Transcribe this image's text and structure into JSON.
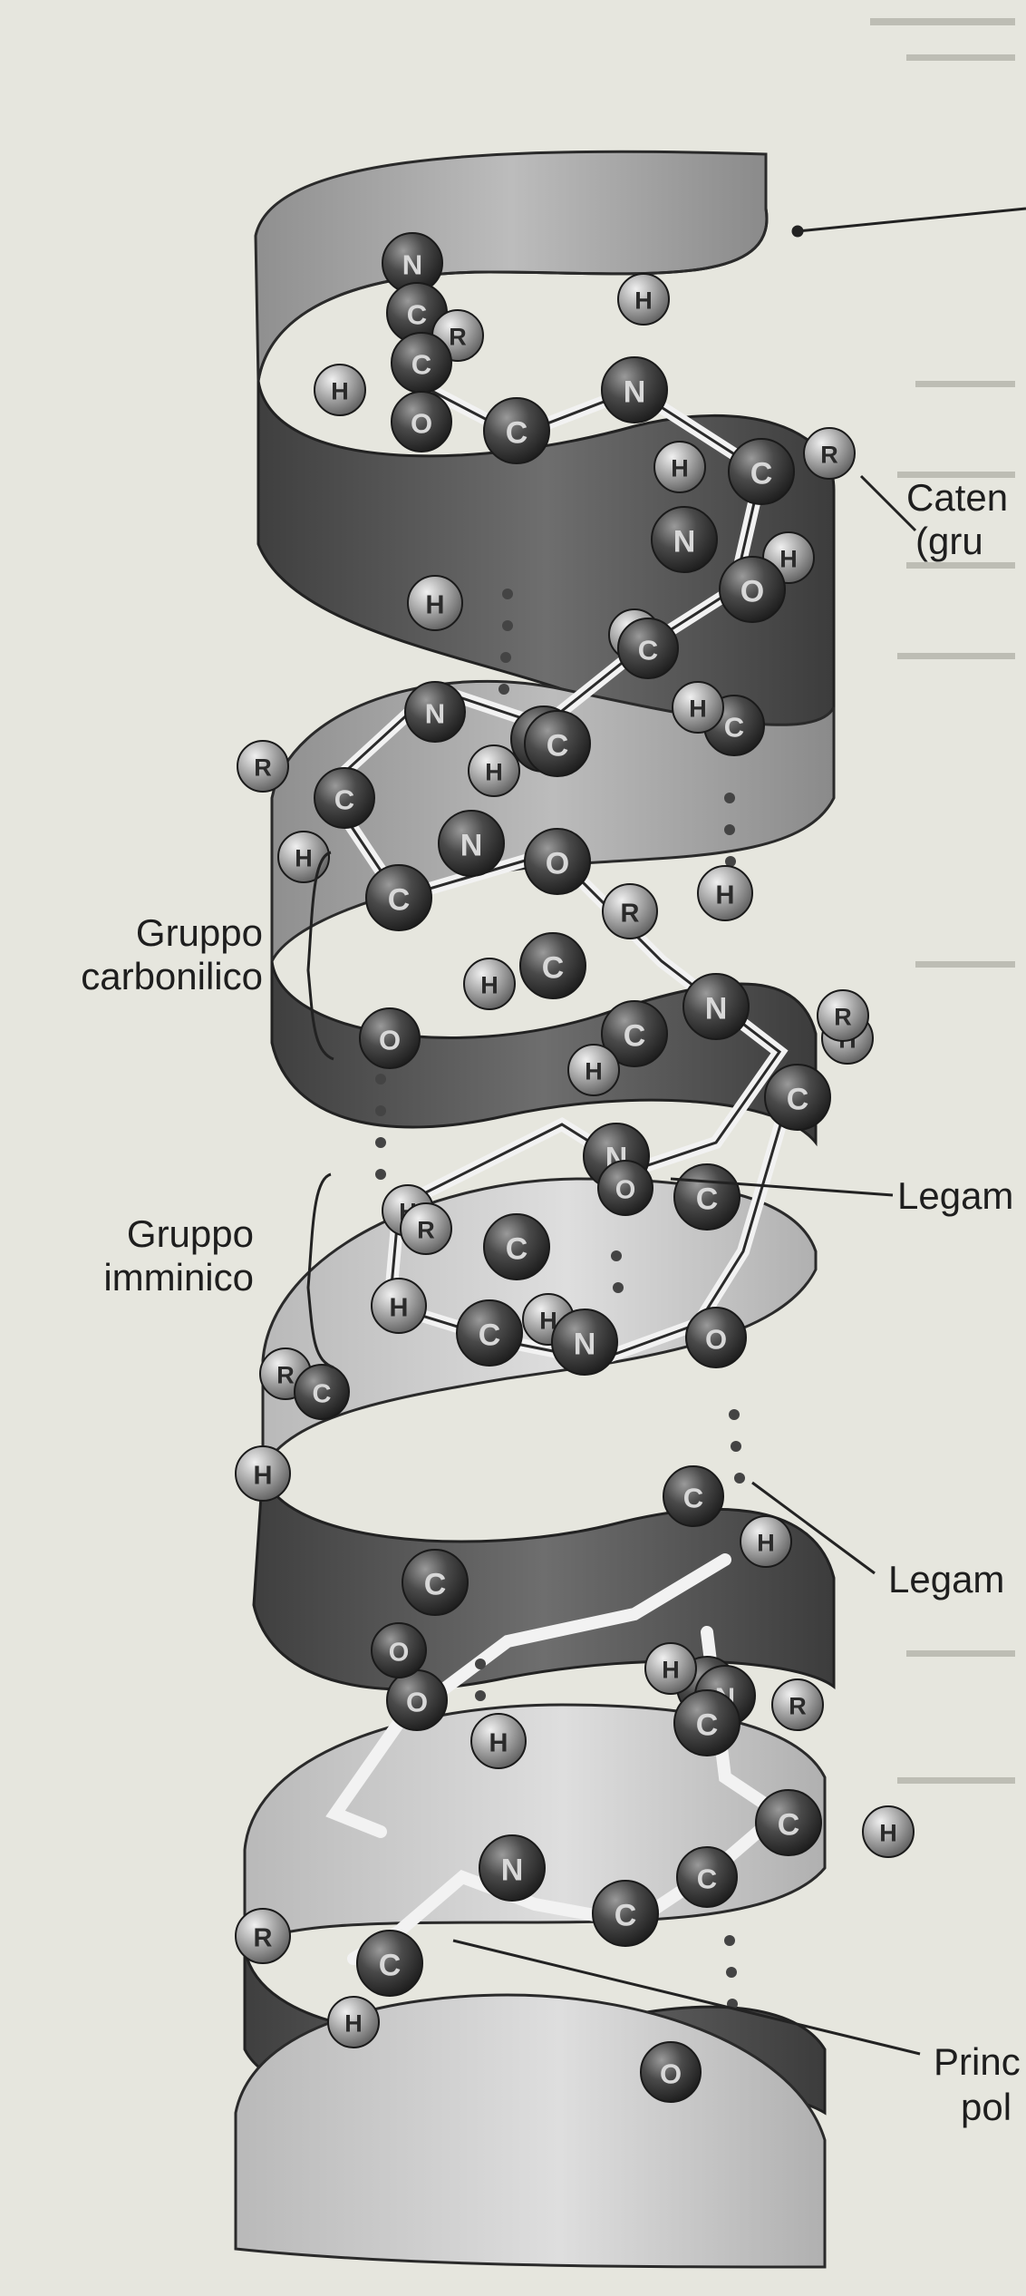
{
  "colors": {
    "paper": "#e6e6de",
    "ribbon_dark": "#4f4f4f",
    "ribbon_mid": "#8a8a8a",
    "ribbon_light": "#c9c9c9",
    "atom_dark": "#3a3a3a",
    "atom_light": "#a9a9a9",
    "ink": "#1e1e1e"
  },
  "labels": {
    "side_chain": [
      "Caten",
      "(gru"
    ],
    "carbonyl_group": [
      "Gruppo",
      "carbonilico"
    ],
    "imino_group": [
      "Gruppo",
      "imminico"
    ],
    "bond_1": "Legam",
    "bond_2": "Legam",
    "principal_chain": [
      "Princ",
      "pol"
    ]
  },
  "atoms": [
    {
      "s": "N",
      "t": "dark"
    },
    {
      "s": "C",
      "t": "dark"
    },
    {
      "s": "R",
      "t": "light"
    },
    {
      "s": "C",
      "t": "dark"
    },
    {
      "s": "H",
      "t": "light"
    },
    {
      "s": "O",
      "t": "dark"
    },
    {
      "s": "H",
      "t": "light"
    },
    {
      "s": "N",
      "t": "dark"
    },
    {
      "s": "C",
      "t": "dark"
    },
    {
      "s": "R",
      "t": "light"
    },
    {
      "s": "H",
      "t": "light"
    },
    {
      "s": "C",
      "t": "dark"
    },
    {
      "s": "N",
      "t": "dark"
    },
    {
      "s": "H",
      "t": "light"
    },
    {
      "s": "O",
      "t": "dark"
    },
    {
      "s": "H",
      "t": "light"
    },
    {
      "s": "R",
      "t": "light"
    },
    {
      "s": "C",
      "t": "dark"
    },
    {
      "s": "C",
      "t": "dark"
    },
    {
      "s": "O",
      "t": "dark"
    },
    {
      "s": "H",
      "t": "light"
    },
    {
      "s": "N",
      "t": "dark"
    },
    {
      "s": "C",
      "t": "dark"
    },
    {
      "s": "R",
      "t": "light"
    },
    {
      "s": "C",
      "t": "dark"
    },
    {
      "s": "H",
      "t": "light"
    },
    {
      "s": "H",
      "t": "light"
    },
    {
      "s": "N",
      "t": "dark"
    },
    {
      "s": "O",
      "t": "dark"
    },
    {
      "s": "H",
      "t": "light"
    },
    {
      "s": "C",
      "t": "dark"
    },
    {
      "s": "C",
      "t": "dark"
    },
    {
      "s": "R",
      "t": "light"
    },
    {
      "s": "H",
      "t": "light"
    },
    {
      "s": "O",
      "t": "dark"
    },
    {
      "s": "C",
      "t": "dark"
    },
    {
      "s": "N",
      "t": "dark"
    },
    {
      "s": "H",
      "t": "light"
    },
    {
      "s": "R",
      "t": "light"
    },
    {
      "s": "C",
      "t": "dark"
    },
    {
      "s": "H",
      "t": "light"
    },
    {
      "s": "N",
      "t": "dark"
    },
    {
      "s": "O",
      "t": "dark"
    },
    {
      "s": "C",
      "t": "dark"
    },
    {
      "s": "H",
      "t": "light"
    },
    {
      "s": "R",
      "t": "light"
    },
    {
      "s": "H",
      "t": "light"
    },
    {
      "s": "C",
      "t": "dark"
    },
    {
      "s": "H",
      "t": "light"
    },
    {
      "s": "O",
      "t": "dark"
    },
    {
      "s": "R",
      "t": "light"
    },
    {
      "s": "C",
      "t": "dark"
    },
    {
      "s": "H",
      "t": "light"
    },
    {
      "s": "C",
      "t": "dark"
    },
    {
      "s": "N",
      "t": "dark"
    },
    {
      "s": "O",
      "t": "dark"
    },
    {
      "s": "C",
      "t": "dark"
    },
    {
      "s": "H",
      "t": "light"
    },
    {
      "s": "H",
      "t": "light"
    },
    {
      "s": "N",
      "t": "dark"
    },
    {
      "s": "C",
      "t": "dark"
    },
    {
      "s": "R",
      "t": "light"
    },
    {
      "s": "C",
      "t": "dark"
    },
    {
      "s": "H",
      "t": "light"
    },
    {
      "s": "O",
      "t": "dark"
    },
    {
      "s": "H",
      "t": "light"
    },
    {
      "s": "N",
      "t": "dark"
    },
    {
      "s": "C",
      "t": "dark"
    },
    {
      "s": "O",
      "t": "dark"
    },
    {
      "s": "C",
      "t": "dark"
    },
    {
      "s": "C",
      "t": "dark"
    },
    {
      "s": "R",
      "t": "light"
    },
    {
      "s": "C",
      "t": "dark"
    },
    {
      "s": "H",
      "t": "light"
    },
    {
      "s": "O",
      "t": "dark"
    }
  ]
}
